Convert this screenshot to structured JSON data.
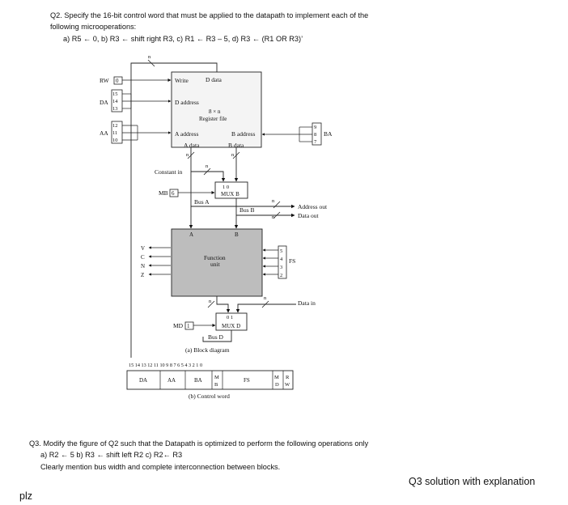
{
  "q2": {
    "heading": "Q2. Specify the 16-bit control word that must be applied to the datapath to implement each of the",
    "heading_cont": "following microoperations:",
    "ops": "a)  R5 ←  0, b) R3 ← shift right R3, c) R1 ← R3 – 5, d) R3 ← (R1 OR R3)’"
  },
  "diagram": {
    "n": "n",
    "rw": "RW",
    "rw_box": "0",
    "da": "DA",
    "da_box": [
      "15",
      "14",
      "13"
    ],
    "aa": "AA",
    "aa_box": [
      "12",
      "11",
      "10"
    ],
    "ba": "BA",
    "ba_box": [
      "9",
      "8",
      "7"
    ],
    "write": "Write",
    "d_data": "D data",
    "d_address": "D address",
    "size1": "8 × n",
    "size2": "Register file",
    "a_address": "A address",
    "b_address": "B address",
    "a_data": "A data",
    "b_data": "B data",
    "constant_in": "Constant in",
    "mb": "MB",
    "mb_box": "6",
    "mux_b_bits": "1  0",
    "mux_b": "MUX B",
    "bus_a": "Bus A",
    "bus_b": "Bus B",
    "address_out": "Address out",
    "data_out": "Data out",
    "port_a": "A",
    "port_b": "B",
    "fu1": "Function",
    "fu2": "unit",
    "flags": [
      "V",
      "C",
      "N",
      "Z"
    ],
    "fs": "FS",
    "fs_box": [
      "5",
      "4",
      "3",
      "2"
    ],
    "data_in": "Data in",
    "md": "MD",
    "md_box": "1",
    "mux_d_bits": "0     1",
    "mux_d": "MUX D",
    "bus_d": "Bus D",
    "caption_a": "(a) Block diagram",
    "bit_numbers": "15 14 13 12 11 10   9   8   7   6   5   4   3   2   1   0",
    "field_da": "DA",
    "field_aa": "AA",
    "field_ba": "BA",
    "field_mb": [
      "M",
      "B"
    ],
    "field_fs": "FS",
    "field_md": [
      "M",
      "D"
    ],
    "field_rw": [
      "R",
      "W"
    ],
    "caption_b": "(b) Control word"
  },
  "q3": {
    "heading": "Q3. Modify the figure of Q2 such that the Datapath is optimized to perform the following operations only",
    "ops": "a)   R2 ← 5 b) R3 ← shift left R2 c) R2← R3",
    "note": "Clearly mention bus width and complete interconnection between blocks."
  },
  "side_note": "Q3 solution with explanation",
  "footer": "plz"
}
